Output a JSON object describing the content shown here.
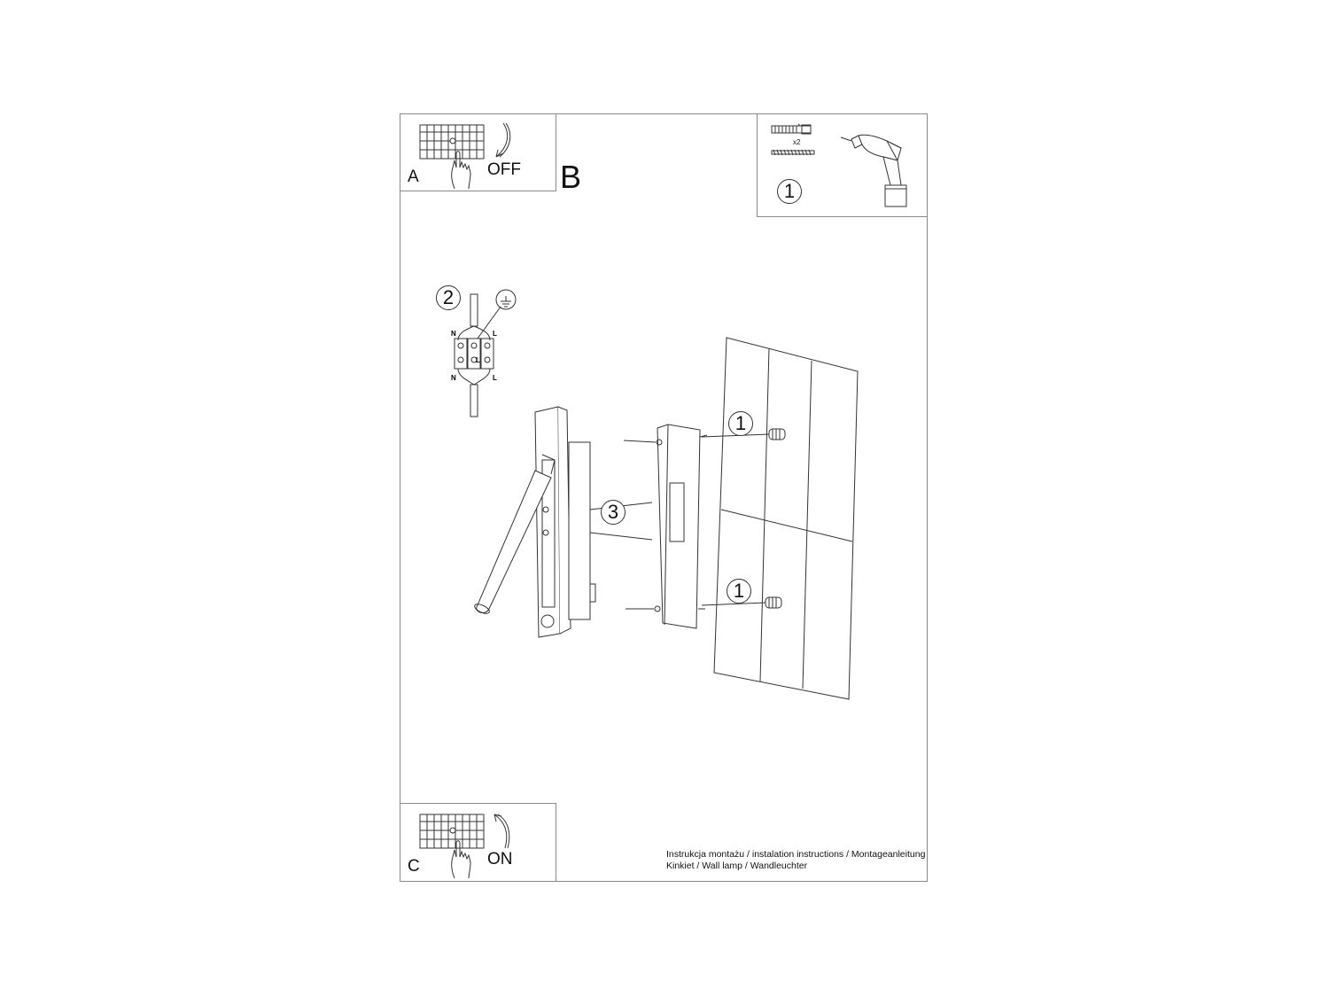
{
  "document": {
    "type": "assembly-instructions",
    "step_b_label": "B"
  },
  "panel_a": {
    "letter": "A",
    "switch_state": "OFF",
    "icons": [
      "circuit-breaker-panel-icon",
      "hand-icon",
      "arrow-down-curved-icon"
    ]
  },
  "panel_c": {
    "letter": "C",
    "switch_state": "ON",
    "icons": [
      "circuit-breaker-panel-icon",
      "hand-icon",
      "arrow-up-curved-icon"
    ]
  },
  "tools_panel": {
    "step_number": "1",
    "quantity": "x2",
    "icons": [
      "wall-plug-icon",
      "screw-icon",
      "drill-icon"
    ]
  },
  "wiring": {
    "step_number": "2",
    "labels": {
      "neutral_top": "N",
      "live_top": "L",
      "neutral_bottom": "N",
      "live_bottom": "L",
      "center": "L"
    },
    "icons": [
      "ground-symbol-icon",
      "terminal-block-icon"
    ]
  },
  "assembly": {
    "callouts": [
      {
        "id": "wall-plug-top",
        "number": "1"
      },
      {
        "id": "lamp-to-bracket",
        "number": "3"
      },
      {
        "id": "wall-plug-bottom",
        "number": "1"
      }
    ]
  },
  "caption": {
    "line1": "Instrukcja montażu / instalation instructions / Montageanleitung",
    "line2": "Kinkiet / Wall lamp / Wandleuchter"
  }
}
